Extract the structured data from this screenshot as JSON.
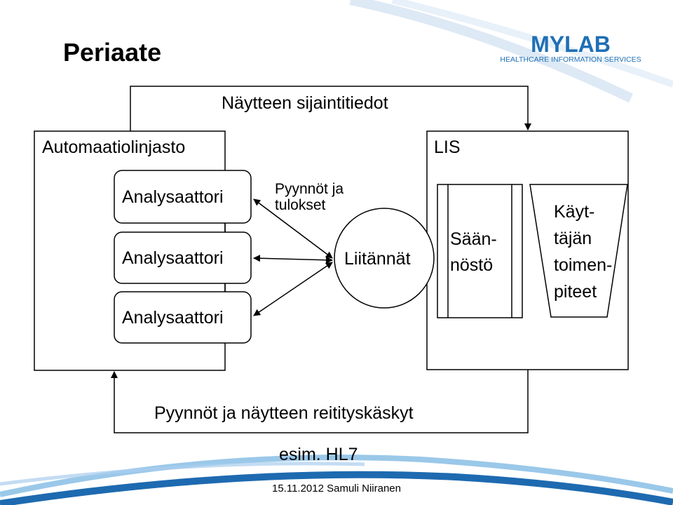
{
  "title": "Periaate",
  "logo": {
    "brand": "MYLAB",
    "tagline": "HEALTHCARE INFORMATION SERVICES",
    "color": "#1f6fb5"
  },
  "diagram": {
    "top_flow_label": "Näytteen sijaintitiedot",
    "bottom_flow_label": "Pyynnöt ja näytteen reitityskäskyt",
    "note": "esim. HL7",
    "left_system": {
      "label": "Automaatiolinjasto",
      "analyzers": [
        "Analysaattori",
        "Analysaattori",
        "Analysaattori"
      ]
    },
    "requests_label_line1": "Pyynnöt ja",
    "requests_label_line2": "tulokset",
    "interface_label": "Liitännät",
    "right_system": {
      "label": "LIS",
      "rulebase_line1": "Sään-",
      "rulebase_line2": "nöstö",
      "actions_lines": [
        "Käyt-",
        "täjän",
        "toimen-",
        "piteet"
      ]
    }
  },
  "footer": "15.11.2012 Samuli Niiranen",
  "colors": {
    "wave_dark": "#1e6ab0",
    "wave_light": "#6fb0e0"
  }
}
